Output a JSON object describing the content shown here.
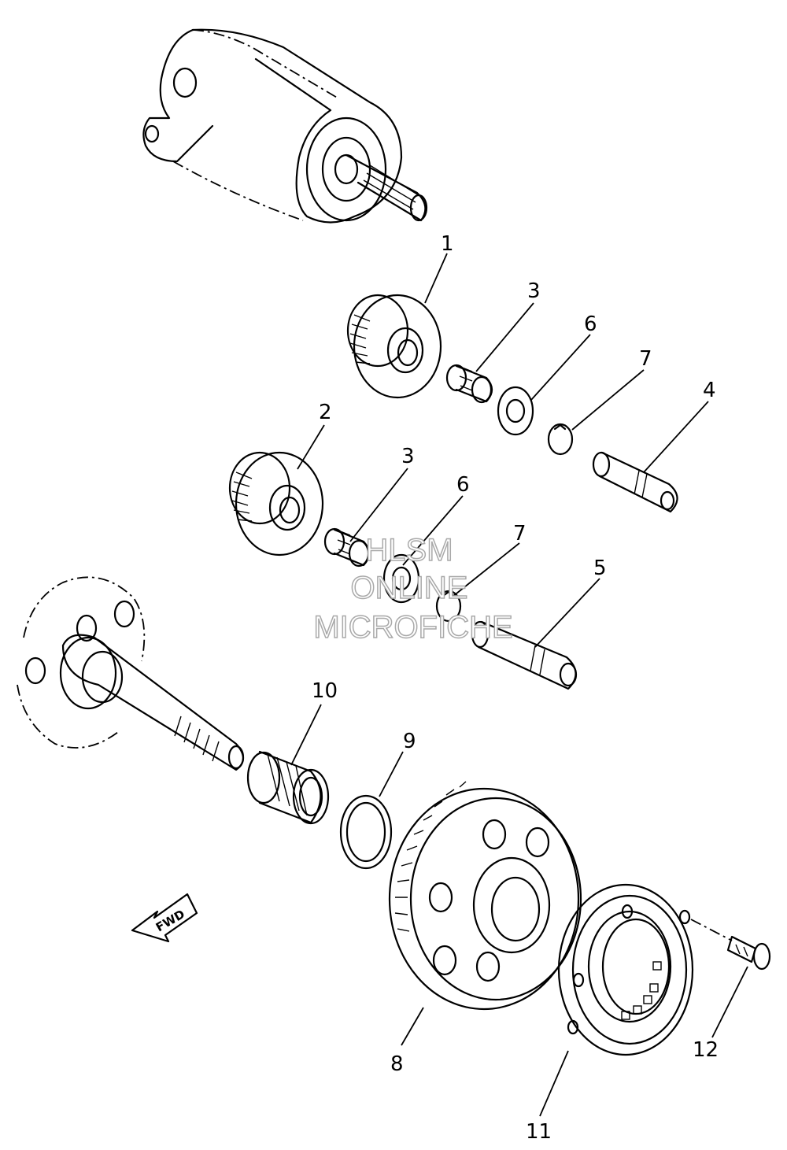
{
  "parts": [
    {
      "key": "1",
      "label": "1"
    },
    {
      "key": "2",
      "label": "2"
    },
    {
      "key": "3a",
      "label": "3"
    },
    {
      "key": "3b",
      "label": "3"
    },
    {
      "key": "4",
      "label": "4"
    },
    {
      "key": "5",
      "label": "5"
    },
    {
      "key": "6a",
      "label": "6"
    },
    {
      "key": "6b",
      "label": "6"
    },
    {
      "key": "7a",
      "label": "7"
    },
    {
      "key": "7b",
      "label": "7"
    },
    {
      "key": "8",
      "label": "8"
    },
    {
      "key": "9",
      "label": "9"
    },
    {
      "key": "10",
      "label": "10"
    },
    {
      "key": "11",
      "label": "11"
    },
    {
      "key": "12",
      "label": "12"
    }
  ],
  "direction_marker": {
    "label": "FWD",
    "icon": "arrow-fwd-icon"
  },
  "watermark": {
    "line1": "HLSM",
    "line2": "ONLINE",
    "line3": "MICROFICHE"
  }
}
